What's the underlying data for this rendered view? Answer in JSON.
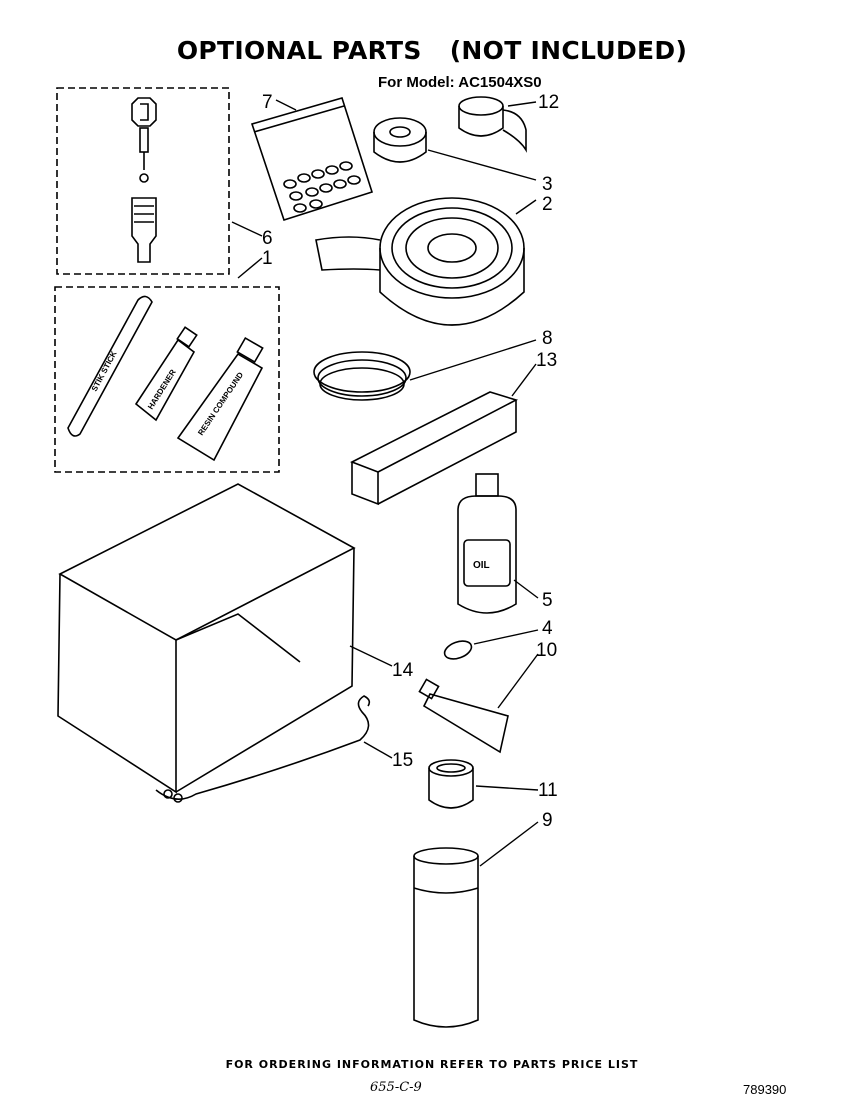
{
  "header": {
    "title_part1": "OPTIONAL PARTS",
    "title_part2": "(NOT INCLUDED)",
    "model_line": "For Model: AC1504XS0"
  },
  "callouts": [
    "1",
    "2",
    "3",
    "4",
    "5",
    "6",
    "7",
    "8",
    "9",
    "10",
    "11",
    "12",
    "13",
    "14",
    "15"
  ],
  "labels": {
    "stick": "STIK STICK",
    "tube1": "HARDENER",
    "tube2": "RESIN COMPOUND",
    "bottle": "OIL"
  },
  "footer": {
    "order_info": "FOR ORDERING INFORMATION REFER TO PARTS PRICE LIST",
    "code": "655-C-9",
    "doc_number": "789390"
  }
}
